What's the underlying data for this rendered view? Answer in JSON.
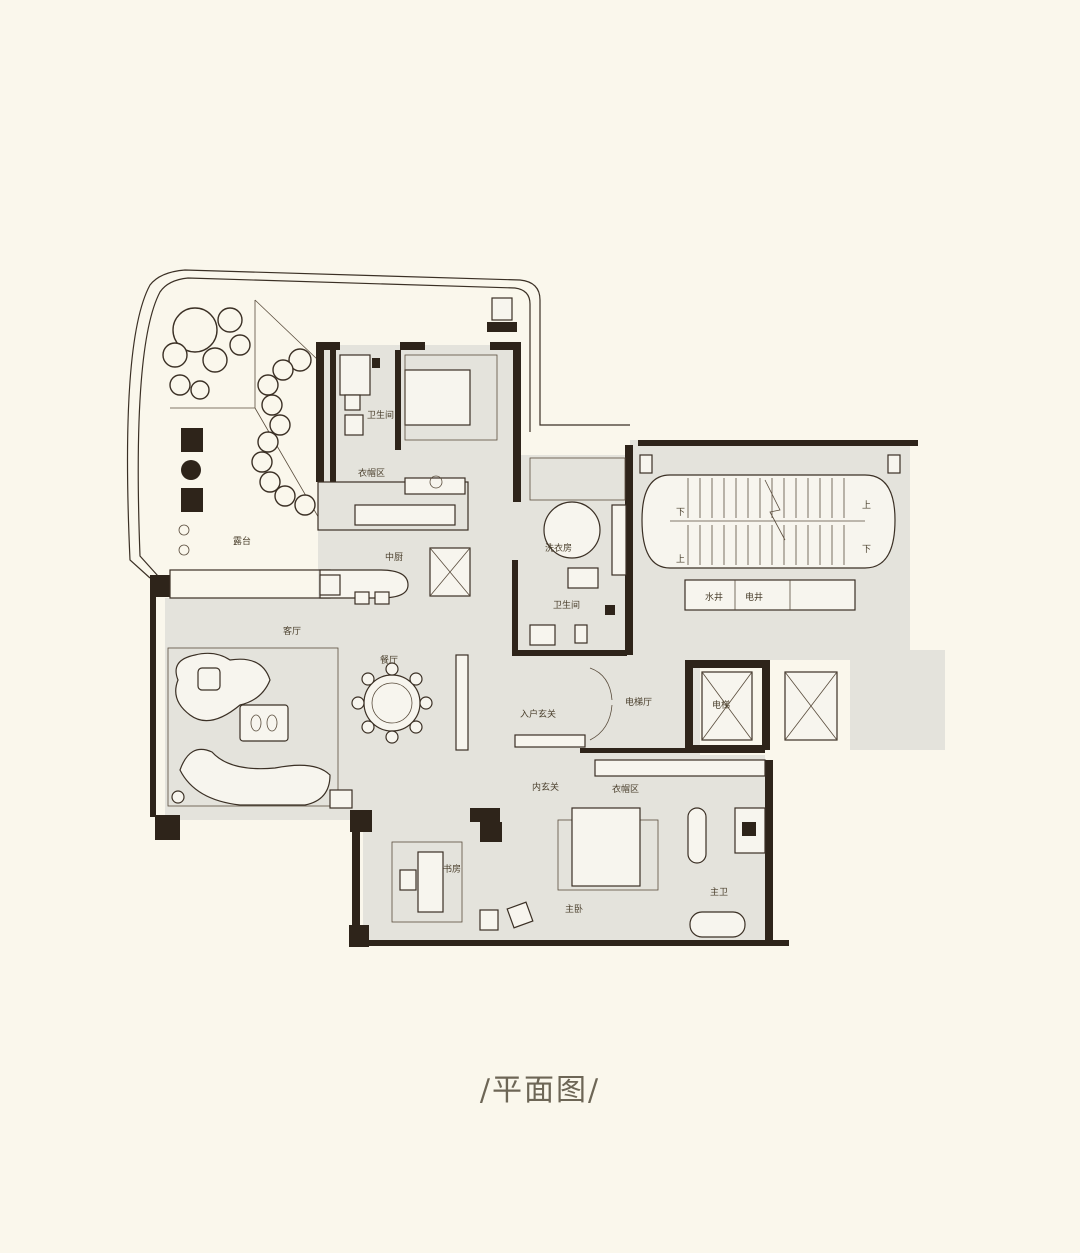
{
  "caption": "/平面图/",
  "rooms": {
    "terrace": "露台",
    "bathroom_top": "卫生间",
    "wardrobe_top": "衣帽区",
    "kitchen": "中厨",
    "laundry": "洗衣房",
    "guest_bath": "卫生间",
    "living": "客厅",
    "dining": "餐厅",
    "entry": "入户玄关",
    "elevator_hall": "电梯厅",
    "inner_foyer": "内玄关",
    "wardrobe": "衣帽区",
    "study": "书房",
    "master_bedroom": "主卧",
    "master_bath": "主卫",
    "elevator": "电梯",
    "water_shaft": "水井",
    "electric_shaft": "电井",
    "stair_up_1": "上",
    "stair_down_1": "下",
    "stair_up_2": "上",
    "stair_down_2": "下"
  },
  "colors": {
    "background": "#faf7ec",
    "floor": "#e4e3dc",
    "wall": "#2e241a",
    "caption": "#6d6656"
  }
}
